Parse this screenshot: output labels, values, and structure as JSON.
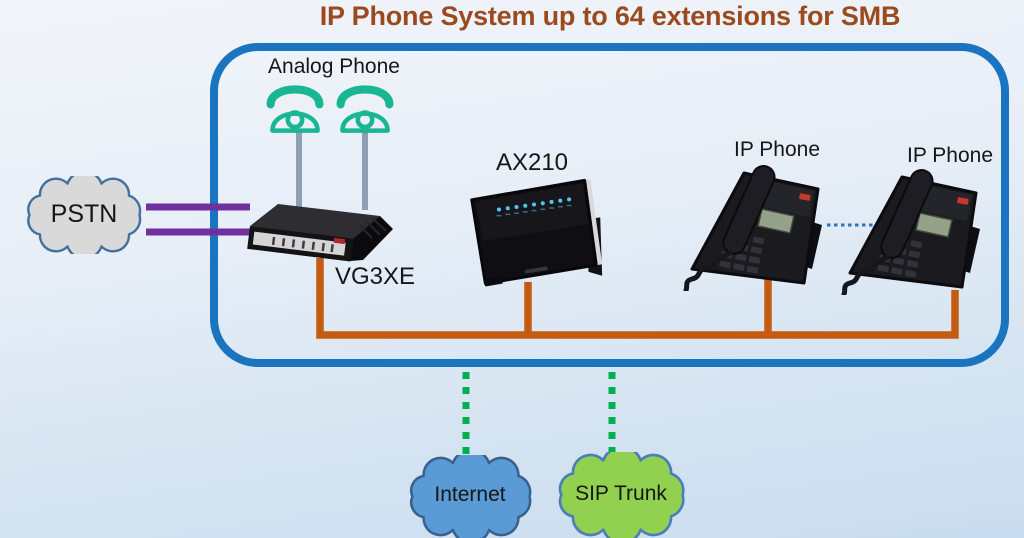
{
  "title": "IP Phone System up to 64 extensions for SMB",
  "nodes": {
    "pstn": {
      "label": "PSTN"
    },
    "analog_phone": {
      "label": "Analog Phone"
    },
    "vg3xe": {
      "label": "VG3XE"
    },
    "ax210": {
      "label": "AX210"
    },
    "ip_phone_left": {
      "label": "IP Phone"
    },
    "ip_phone_right": {
      "label": "IP Phone"
    },
    "internet": {
      "label": "Internet"
    },
    "sip_trunk": {
      "label": "SIP Trunk"
    }
  },
  "colors": {
    "title_text": "#9b4a1e",
    "boundary_border": "#1b74c0",
    "pstn_link": "#7030a0",
    "analog_link": "#8f9fb3",
    "lan_link": "#c55a11",
    "wan_link": "#00b050",
    "ellipsis_dots": "#2e75b6",
    "analog_phone_icon": "#19b694",
    "pstn_cloud_fill": "#d9d9d9",
    "pstn_cloud_stroke": "#41719c",
    "internet_cloud_fill": "#5b9bd5",
    "internet_cloud_stroke": "#38618f",
    "sip_trunk_cloud_fill": "#92d050",
    "sip_trunk_cloud_stroke": "#4a7ebb"
  }
}
